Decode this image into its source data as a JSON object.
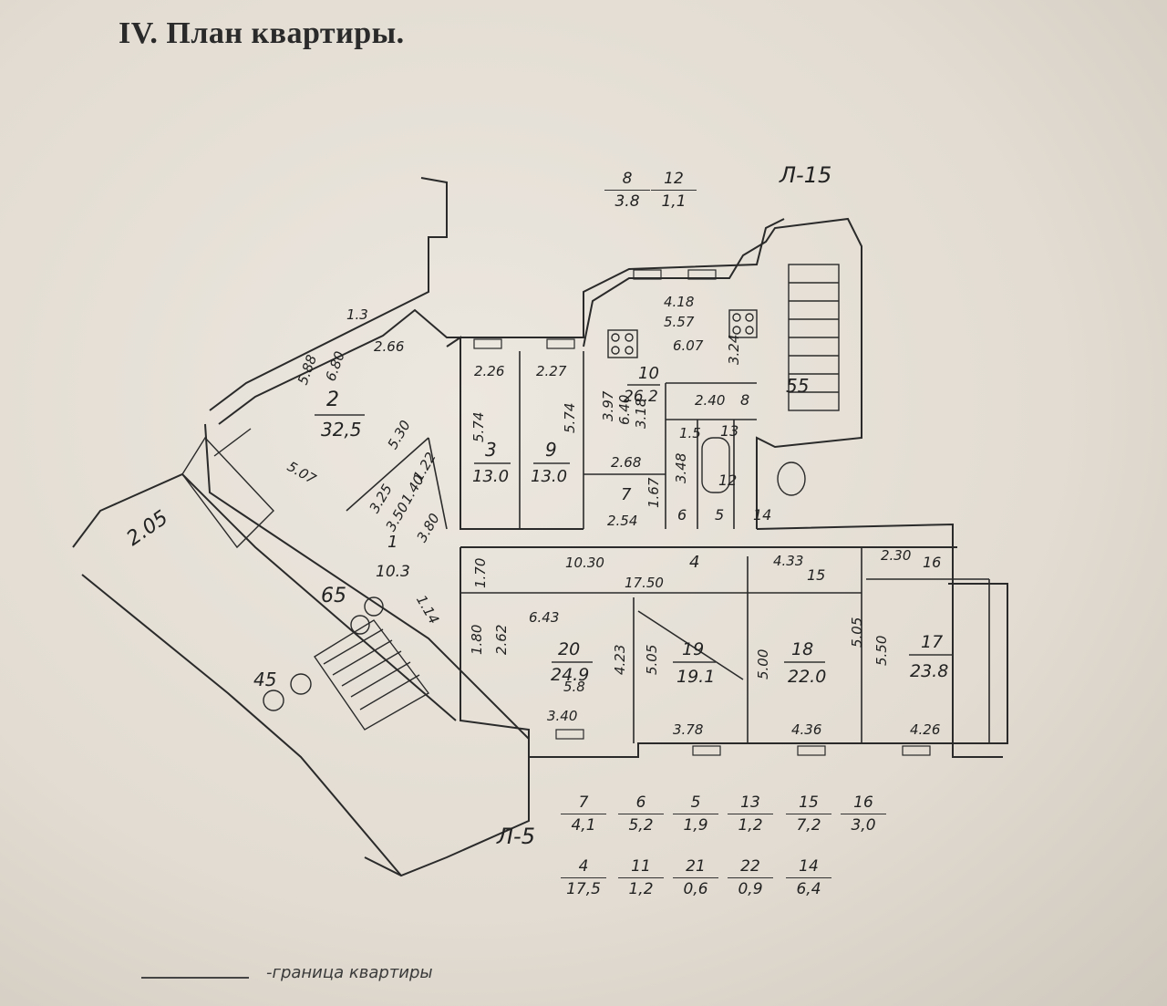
{
  "document": {
    "title": "IV. План квартиры.",
    "legend_text": "-граница квартиры"
  },
  "plan": {
    "stair_labels": [
      "Л-15",
      "Л-5"
    ],
    "rooms": [
      {
        "id": "2",
        "area": "32,5"
      },
      {
        "id": "3",
        "area": "13.0"
      },
      {
        "id": "9",
        "area": "13.0"
      },
      {
        "id": "10",
        "area": "26.2"
      },
      {
        "id": "7",
        "area": ""
      },
      {
        "id": "1",
        "area": "10.3"
      },
      {
        "id": "4",
        "area": ""
      },
      {
        "id": "20",
        "area": "24.9"
      },
      {
        "id": "19",
        "area": "19.1"
      },
      {
        "id": "18",
        "area": "22.0"
      },
      {
        "id": "17",
        "area": "23.8"
      }
    ],
    "small_labels": [
      "8",
      "12",
      "13",
      "6",
      "5",
      "14",
      "15",
      "16",
      "55",
      "65",
      "45"
    ],
    "dimensions": [
      "1.3",
      "2.66",
      "5.88",
      "6.80",
      "5.30",
      "5.07",
      "2.26",
      "2.27",
      "5.74",
      "5.74",
      "3.97",
      "6.40",
      "3.18",
      "4.18",
      "5.57",
      "6.07",
      "3.24",
      "2.40",
      "1.5",
      "3.48",
      "2.68",
      "2.54",
      "1.67",
      "1.22",
      "3.25",
      "1.40",
      "3.50",
      "3.80",
      "2.05",
      "1.14",
      "10.30",
      "17.50",
      "4.33",
      "2.30",
      "1.70",
      "1.80",
      "2.62",
      "6.43",
      "4.23",
      "5.05",
      "5.00",
      "5.05",
      "5.50",
      "5.8",
      "3.40",
      "3.78",
      "4.36",
      "4.26"
    ]
  },
  "top_fractions": [
    {
      "num": "8",
      "den": "3.8"
    },
    {
      "num": "12",
      "den": "1,1"
    }
  ],
  "bottom_fractions": [
    {
      "num": "7",
      "den": "4,1"
    },
    {
      "num": "6",
      "den": "5,2"
    },
    {
      "num": "5",
      "den": "1,9"
    },
    {
      "num": "13",
      "den": "1,2"
    },
    {
      "num": "15",
      "den": "7,2"
    },
    {
      "num": "16",
      "den": "3,0"
    },
    {
      "num": "4",
      "den": "17,5"
    },
    {
      "num": "11",
      "den": "1,2"
    },
    {
      "num": "21",
      "den": "0,6"
    },
    {
      "num": "22",
      "den": "0,9"
    },
    {
      "num": "14",
      "den": "6,4"
    }
  ]
}
